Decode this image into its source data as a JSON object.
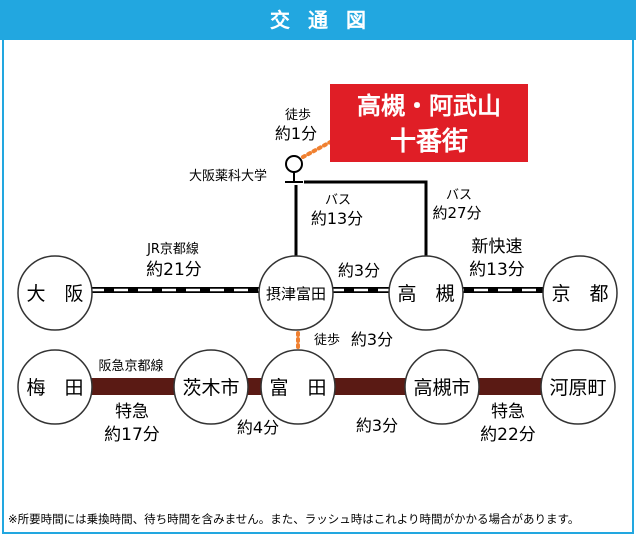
{
  "header": {
    "title": "交通図"
  },
  "colors": {
    "header": "#22a7e0",
    "destination": "#e01e26",
    "hankyu": "#5a1a14",
    "jr_dash": "#000000",
    "walk_dots": "#f08030"
  },
  "destination": {
    "line1": "高槻・阿武山",
    "line2": "十番街"
  },
  "walk_top": {
    "mode": "徒歩",
    "time": "約1分"
  },
  "university": {
    "name": "大阪薬科大学"
  },
  "bus_left": {
    "mode": "バス",
    "time": "約13分"
  },
  "bus_right": {
    "mode": "バス",
    "time": "約27分"
  },
  "jr": {
    "line_name": "JR京都線",
    "time": "約21分"
  },
  "rapid": {
    "name": "新快速",
    "time": "約13分"
  },
  "settsu_takatsuki": {
    "time": "約3分"
  },
  "walk_mid": {
    "mode": "徒歩",
    "time": "約3分"
  },
  "hankyu": {
    "line_name": "阪急京都線"
  },
  "stations": {
    "osaka": "大　阪",
    "settsutonda": "摂津富田",
    "takatsuki": "高　槻",
    "kyoto": "京　都",
    "umeda": "梅　田",
    "ibarakishi": "茨木市",
    "tonda": "富　田",
    "takatsukishi": "高槻市",
    "kawaramachi": "河原町"
  },
  "seg_umeda_ibaraki": {
    "type": "特急",
    "time": "約17分"
  },
  "seg_ibaraki_tonda": {
    "time": "約4分"
  },
  "seg_tonda_takatsukishi": {
    "time": "約3分"
  },
  "seg_takatsukishi_kawaramachi": {
    "type": "特急",
    "time": "約22分"
  },
  "footnote": "※所要時間には乗換時間、待ち時間を含みません。また、ラッシュ時はこれより時間がかかる場合があります。"
}
